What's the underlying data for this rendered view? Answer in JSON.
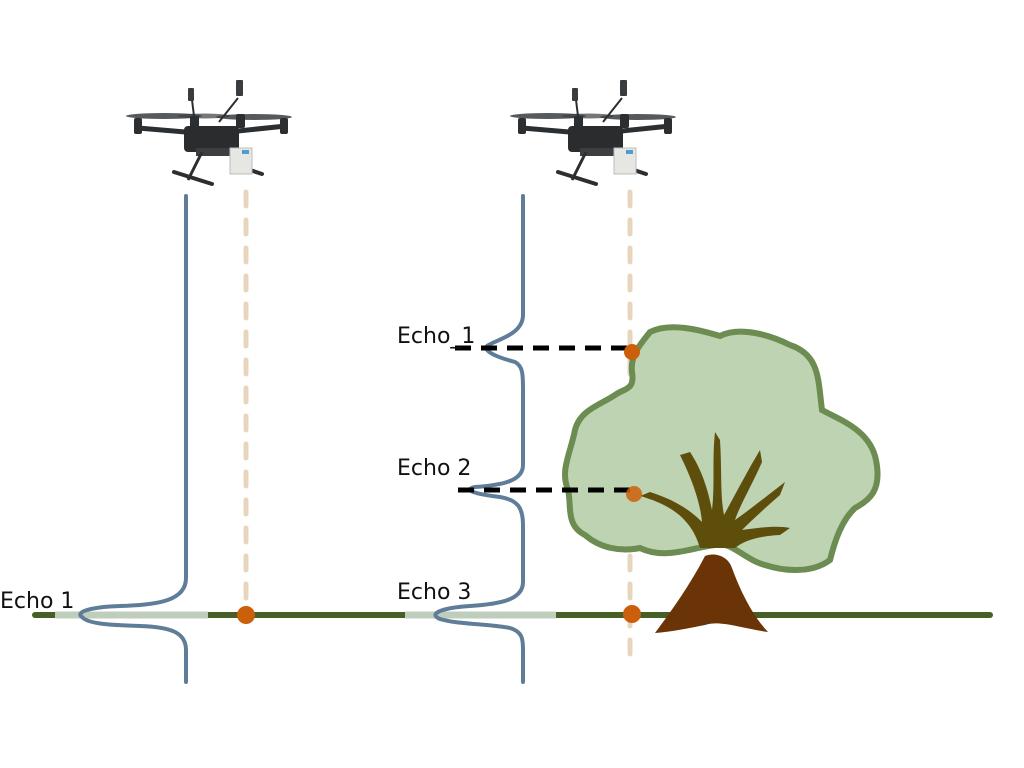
{
  "diagram": {
    "title": "LiDAR full-waveform returns from UAV over open ground and tree",
    "colors": {
      "waveform": "#5f7d99",
      "laser_beam": "#e8d5bd",
      "return_point": "#cc5f0c",
      "ground": "#455f26",
      "ground_footprint": "#bfcdbd",
      "canopy_fill": "#bdd3b2",
      "canopy_outline": "#6c8c52",
      "branches": "#5e4e0c",
      "trunk": "#6a3406",
      "echo_link": "#000000",
      "drone_body": "#2c2f31",
      "sensor_box": "#e6e6e2"
    },
    "scenes": [
      {
        "id": "bare-ground",
        "drone": "uav-with-lidar",
        "echoes": [
          {
            "label": "Echo 1",
            "target": "ground"
          }
        ]
      },
      {
        "id": "tree",
        "drone": "uav-with-lidar",
        "echoes": [
          {
            "label": "Echo_1",
            "target": "canopy top"
          },
          {
            "label": "Echo 2",
            "target": "branches"
          },
          {
            "label": "Echo 3",
            "target": "ground"
          }
        ]
      }
    ]
  }
}
